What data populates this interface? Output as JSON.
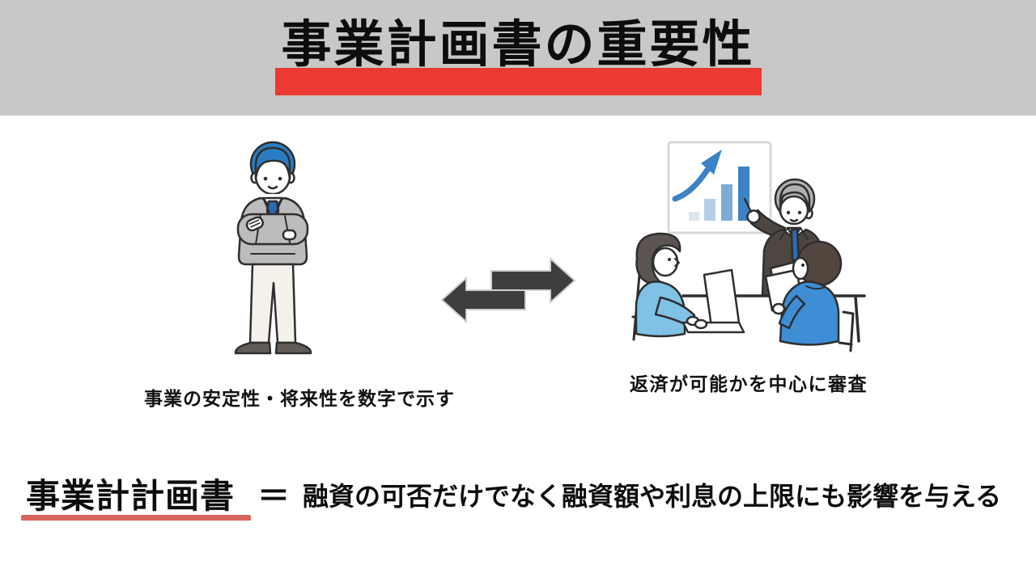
{
  "slide": {
    "title": "事業計画書の重要性",
    "left_panel": {
      "caption": "事業の安定性・将来性を数字で示す",
      "illustration": "businessman-arms-crossed"
    },
    "right_panel": {
      "caption": "返済が可能かを中心に審査",
      "illustration": "loan-review-meeting"
    },
    "connector": "two-way-exchange-arrows",
    "footer": {
      "term": "事業計計画書",
      "equals": "＝",
      "statement": "融資の可否だけでなく融資額や利息の上限にも影響を与える"
    }
  },
  "colors": {
    "header_bg": "#c8c8c8",
    "title_accent": "#ea3a31",
    "term_underline": "#d9645c",
    "arrow": "#3e3e3e",
    "ink": "#0d0d0d"
  }
}
